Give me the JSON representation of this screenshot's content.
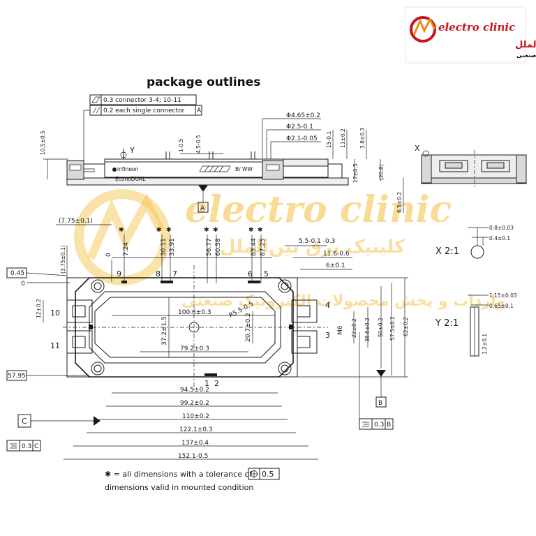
{
  "logo": {
    "brand": "electro clinic",
    "brand_fa": "کلینیک برق بین‌الملل",
    "subtitle_fa": "واردات و پخش محصولات الکترونیک صنعتی"
  },
  "title": "package outlines",
  "watermark": {
    "brand": "electro clinic",
    "brand_fa": "کلینیک برق بین‌الملل",
    "subtitle_fa": "واردات و پخش محصولات الکترونیک صنعتی"
  },
  "tolerance_frames": {
    "flatness": "0.3 connector 3-4; 10-11",
    "parallel": "0.2 each single connector",
    "parallel_ref": "A"
  },
  "datums": {
    "a": "A",
    "b": "B",
    "c": "C"
  },
  "side_view": {
    "marker_y": "Y",
    "marker_x": "X",
    "brand_label": "infineon",
    "product_label": "EconoDUAL™",
    "date_code": "B/ WW",
    "dims": {
      "h_10_5": "10,5±0.5",
      "d_1": "1-0.5",
      "d_4_5": "4.5-0.5",
      "dia_465": "Φ4.65±0.2",
      "dia_25": "Φ2.5-0.1",
      "dia_21": "Φ2.1-0.05",
      "h_15": "15-0.1",
      "h_11": "11±0.2",
      "h_38": "3.8±0.3",
      "h_17": "17±0.5",
      "h_208": "(20.8)",
      "h_65": "6.5±0.2"
    }
  },
  "top_view": {
    "pin_numbers": [
      "9",
      "8",
      "7",
      "6",
      "5",
      "10",
      "11",
      "4",
      "3",
      "1",
      "2"
    ],
    "zero_marks": [
      "0",
      "0"
    ],
    "pin_positions": [
      "7.24",
      "30.11",
      "33.91",
      "56.77",
      "60.58",
      "83.44",
      "87.25"
    ],
    "star": "✱",
    "dims": {
      "d_775": "(7.75±0.1)",
      "d_375": "(3.75±0.1)",
      "d_045": "0.45",
      "d_5795": "57.95",
      "d_55": "5.5-0.1 -0.3",
      "d_116": "11.6-0.6",
      "d_6": "6±0.1",
      "d_12": "12±0.2",
      "d_1006": "100.6±0.3",
      "d_r55": "R5.5-0.5",
      "d_372": "37.2±1.5",
      "d_207": "20.7±0.2",
      "d_792": "79.2±0.3",
      "d_m6": "M6",
      "d_22": "22±0.2",
      "d_386": "38.6±0.2",
      "d_50": "50±0.2",
      "d_575": "57.5±0.2",
      "d_62": "62±0.2",
      "d_945": "94.5±0.2",
      "d_992": "99.2±0.2",
      "d_110": "110±0.2",
      "d_1221": "122.1±0.3",
      "d_137": "137±0.4",
      "d_1521": "152.1-0.5"
    }
  },
  "detail_x": {
    "label": "X 2:1",
    "d_08": "0.8±0.03",
    "d_04": "0.4±0.1"
  },
  "detail_y": {
    "label": "Y 2:1",
    "d_115": "1.15±0.03",
    "d_065": "0.65±0.1",
    "d_12": "1.2±0.1"
  },
  "frames_bottom": {
    "flat_b": "0.3",
    "flat_b_ref": "B",
    "flat_c": "0.3",
    "flat_c_ref": "C"
  },
  "notes": {
    "star_note": "✱ = all dimensions with a tolerance of",
    "position_tol": "0.5",
    "mounted_note": "dimensions valid in mounted condition"
  }
}
